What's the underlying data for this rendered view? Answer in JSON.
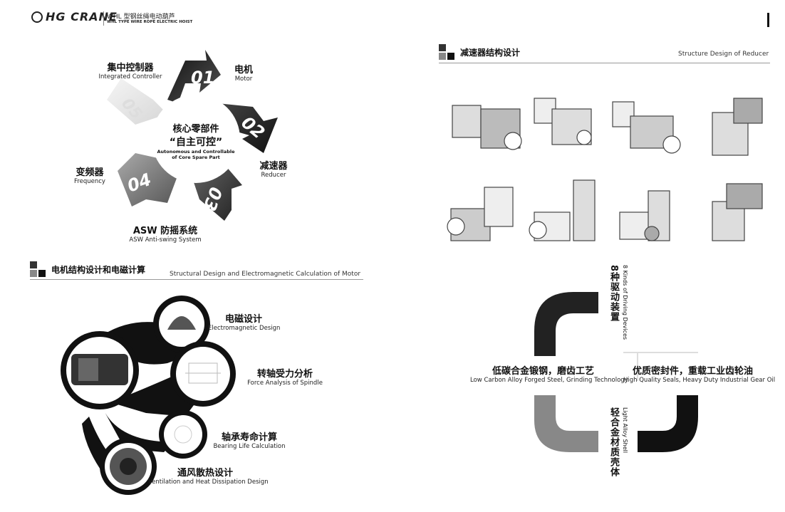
{
  "header": {
    "logo_text": "HG CRANE",
    "title_cn": "WHL 型钢丝绳电动葫芦",
    "title_en": "WHL TYPE WIRE ROPE ELECTRIC HOIST"
  },
  "core_parts": {
    "center_cn_1": "核心零部件",
    "center_cn_2": "“自主可控”",
    "center_en_1": "Autonomous and Controllable",
    "center_en_2": "of Core Spare Part",
    "items": [
      {
        "num": "01",
        "cn": "电机",
        "en": "Motor"
      },
      {
        "num": "02",
        "cn": "减速器",
        "en": "Reducer"
      },
      {
        "num": "03",
        "cn": "ASW 防摇系统",
        "en": "ASW Anti-swing System"
      },
      {
        "num": "04",
        "cn": "变频器",
        "en": "Frequency"
      },
      {
        "num": "05",
        "cn": "集中控制器",
        "en": "Integrated Controller"
      }
    ]
  },
  "motor_section": {
    "title_cn": "电机结构设计和电磁计算",
    "title_en": "Structural Design and Electromagnetic Calculation of Motor",
    "items": [
      {
        "cn": "电磁设计",
        "en": "Electromagnetic Design"
      },
      {
        "cn": "转轴受力分析",
        "en": "Force Analysis of Spindle"
      },
      {
        "cn": "轴承寿命计算",
        "en": "Bearing Life Calculation"
      },
      {
        "cn": "通风散热设计",
        "en": "Ventilation and Heat Dissipation Design"
      }
    ]
  },
  "reducer_section": {
    "title_cn": "减速器结构设计",
    "title_en": "Structure Design of Reducer"
  },
  "drives": {
    "top_cn": "8种驱动装置",
    "top_en": "8 Kinds of Driving Devices",
    "left_cn": "低碳合金锻钢，磨齿工艺",
    "left_en": "Low Carbon Alloy Forged Steel, Grinding Technology",
    "right_cn": "优质密封件，重载工业齿轮油",
    "right_en": "High Quality Seals, Heavy Duty Industrial Gear Oil",
    "bottom_cn": "轻合金材质壳体",
    "bottom_en": "Light Alloy Shell"
  }
}
